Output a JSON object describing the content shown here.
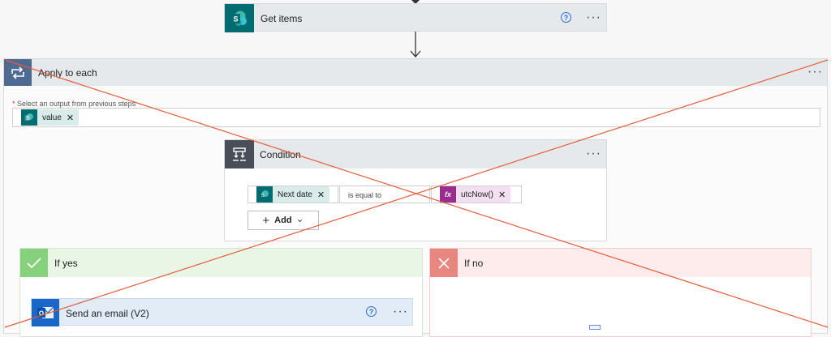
{
  "colors": {
    "sharepoint": "#036c70",
    "apply_header": "#4f6a92",
    "condition_icon": "#484f58",
    "yes_bg": "#e9f5e5",
    "yes_icon": "#86d17b",
    "no_bg": "#fdeceb",
    "no_icon": "#e8877f",
    "expression": "#9b2c8f",
    "outlook": "#1a66c9",
    "cross_line": "#e45b3b"
  },
  "get_items": {
    "icon": "sharepoint-icon",
    "title": "Get items",
    "more": "···"
  },
  "apply_to_each": {
    "icon": "loop-icon",
    "title": "Apply to each",
    "more": "···",
    "required_mark": "*",
    "field_label": "Select an output from previous steps",
    "token": {
      "icon": "sharepoint-icon",
      "label": "value",
      "remove": "✕"
    }
  },
  "condition": {
    "icon": "condition-icon",
    "title": "Condition",
    "more": "···",
    "left_token": {
      "icon": "sharepoint-icon",
      "label": "Next date",
      "remove": "✕"
    },
    "operator": "is equal to",
    "right_token": {
      "icon": "expression-icon",
      "icon_text": "fx",
      "label": "utcNow()",
      "remove": "✕"
    },
    "add_button": {
      "plus": "+",
      "label": "Add",
      "chevron": "⌄"
    }
  },
  "if_yes": {
    "icon": "check-icon",
    "title": "If yes"
  },
  "if_no": {
    "icon": "close-icon",
    "title": "If no"
  },
  "send_email": {
    "icon": "outlook-icon",
    "title": "Send an email (V2)",
    "more": "···"
  }
}
